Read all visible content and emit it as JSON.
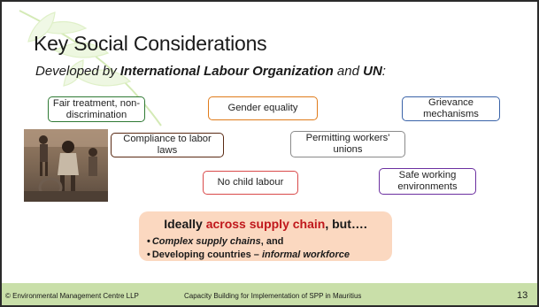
{
  "slide": {
    "title": "Key Social Considerations",
    "subtitle": {
      "prefix": "Developed by ",
      "org1": "International Labour Organization",
      "mid": " and ",
      "org2": "UN",
      "suffix": ":"
    },
    "considerations": [
      {
        "label": "Fair treatment, non-discrimination",
        "color": "#2f7a34"
      },
      {
        "label": "Gender equality",
        "color": "#e07b1a"
      },
      {
        "label": "Grievance mechanisms",
        "color": "#3a63a8"
      },
      {
        "label": "Compliance to labor laws",
        "color": "#5a2a14"
      },
      {
        "label": "Permitting workers' unions",
        "color": "#8a8a8a"
      },
      {
        "label": "No child labour",
        "color": "#d94a4a"
      },
      {
        "label": "Safe working environments",
        "color": "#6b2fa0"
      }
    ],
    "callout": {
      "heading_pre": "Ideally ",
      "heading_highlight": "across supply chain",
      "heading_post": ", but….",
      "bullet_char": "•",
      "bullets": [
        {
          "italic": "Complex supply chains",
          "rest": ", and",
          "italic_first": true
        },
        {
          "plain": "Developing countries – ",
          "italic": "informal workforce",
          "italic_first": false
        }
      ],
      "highlight_color": "#c0181c",
      "background": "#fbd8c0"
    },
    "footer": {
      "left": "© Environmental Management Centre LLP",
      "center": "Capacity Building for Implementation of SPP in Mauritius",
      "page_number": "13"
    },
    "accent_colors": {
      "footer_band": "#c9dfa9"
    }
  }
}
